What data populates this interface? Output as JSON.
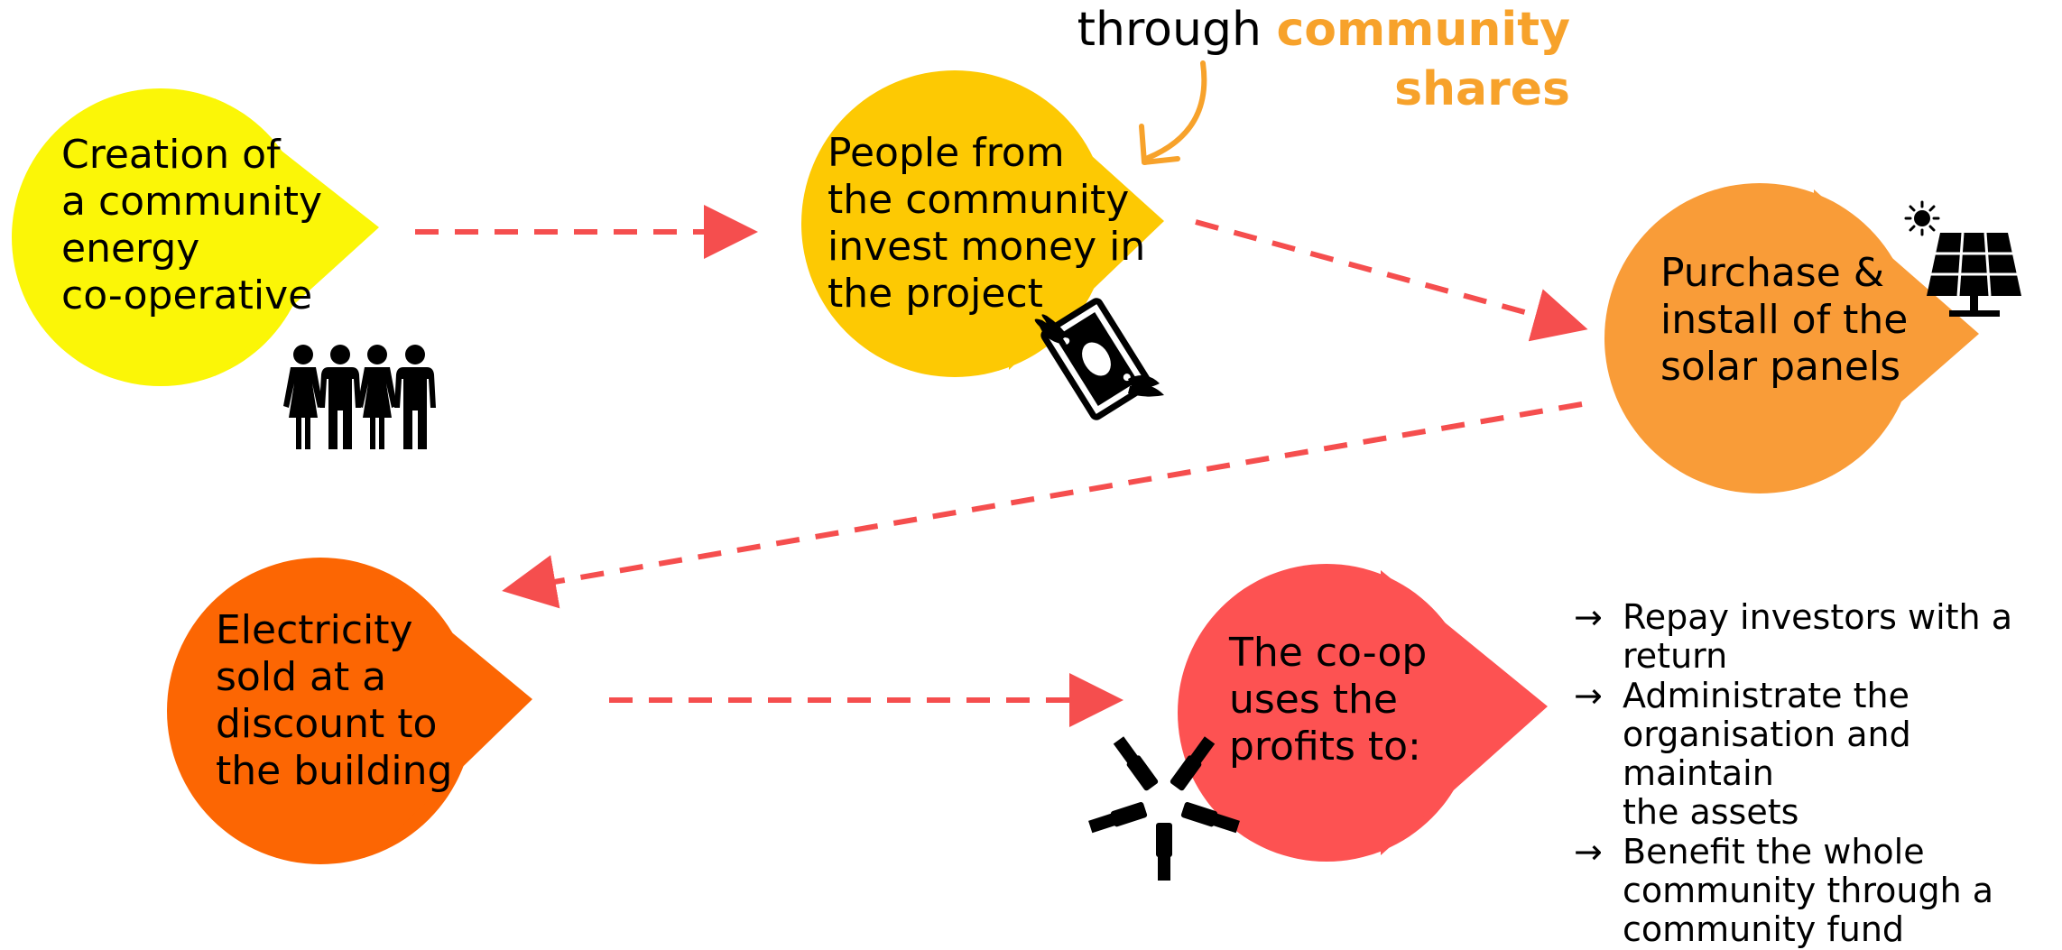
{
  "annotation": {
    "prefix": "through",
    "highlight_1": "community",
    "highlight_2": "shares",
    "highlight_color": "#f7a22b"
  },
  "steps": [
    {
      "text": "Creation of\na community\nenergy\nco-operative",
      "color": "#fbf607",
      "icon": "people-icon"
    },
    {
      "text": "People from\nthe community\ninvest money in\nthe project",
      "color": "#fdc903",
      "icon": "flying-money-icon"
    },
    {
      "text": "Purchase &\ninstall of the\nsolar panels",
      "color": "#f99c38",
      "icon": "solar-panel-icon"
    },
    {
      "text": "Electricity\nsold at a\ndiscount to\nthe building",
      "color": "#fc6603",
      "icon": ""
    },
    {
      "text": "The co-op\nuses the\nprofits to:",
      "color": "#fd5252",
      "icon": "joined-hands-icon"
    }
  ],
  "profit_uses": {
    "arrow": "→",
    "items": [
      "Repay investors with a\nreturn",
      "Administrate the\norganisation and maintain\nthe assets",
      "Benefit the whole\ncommunity through a\ncommunity fund"
    ]
  },
  "arrow_color": "#f54e4e",
  "curve_arrow_color": "#f7a22b"
}
